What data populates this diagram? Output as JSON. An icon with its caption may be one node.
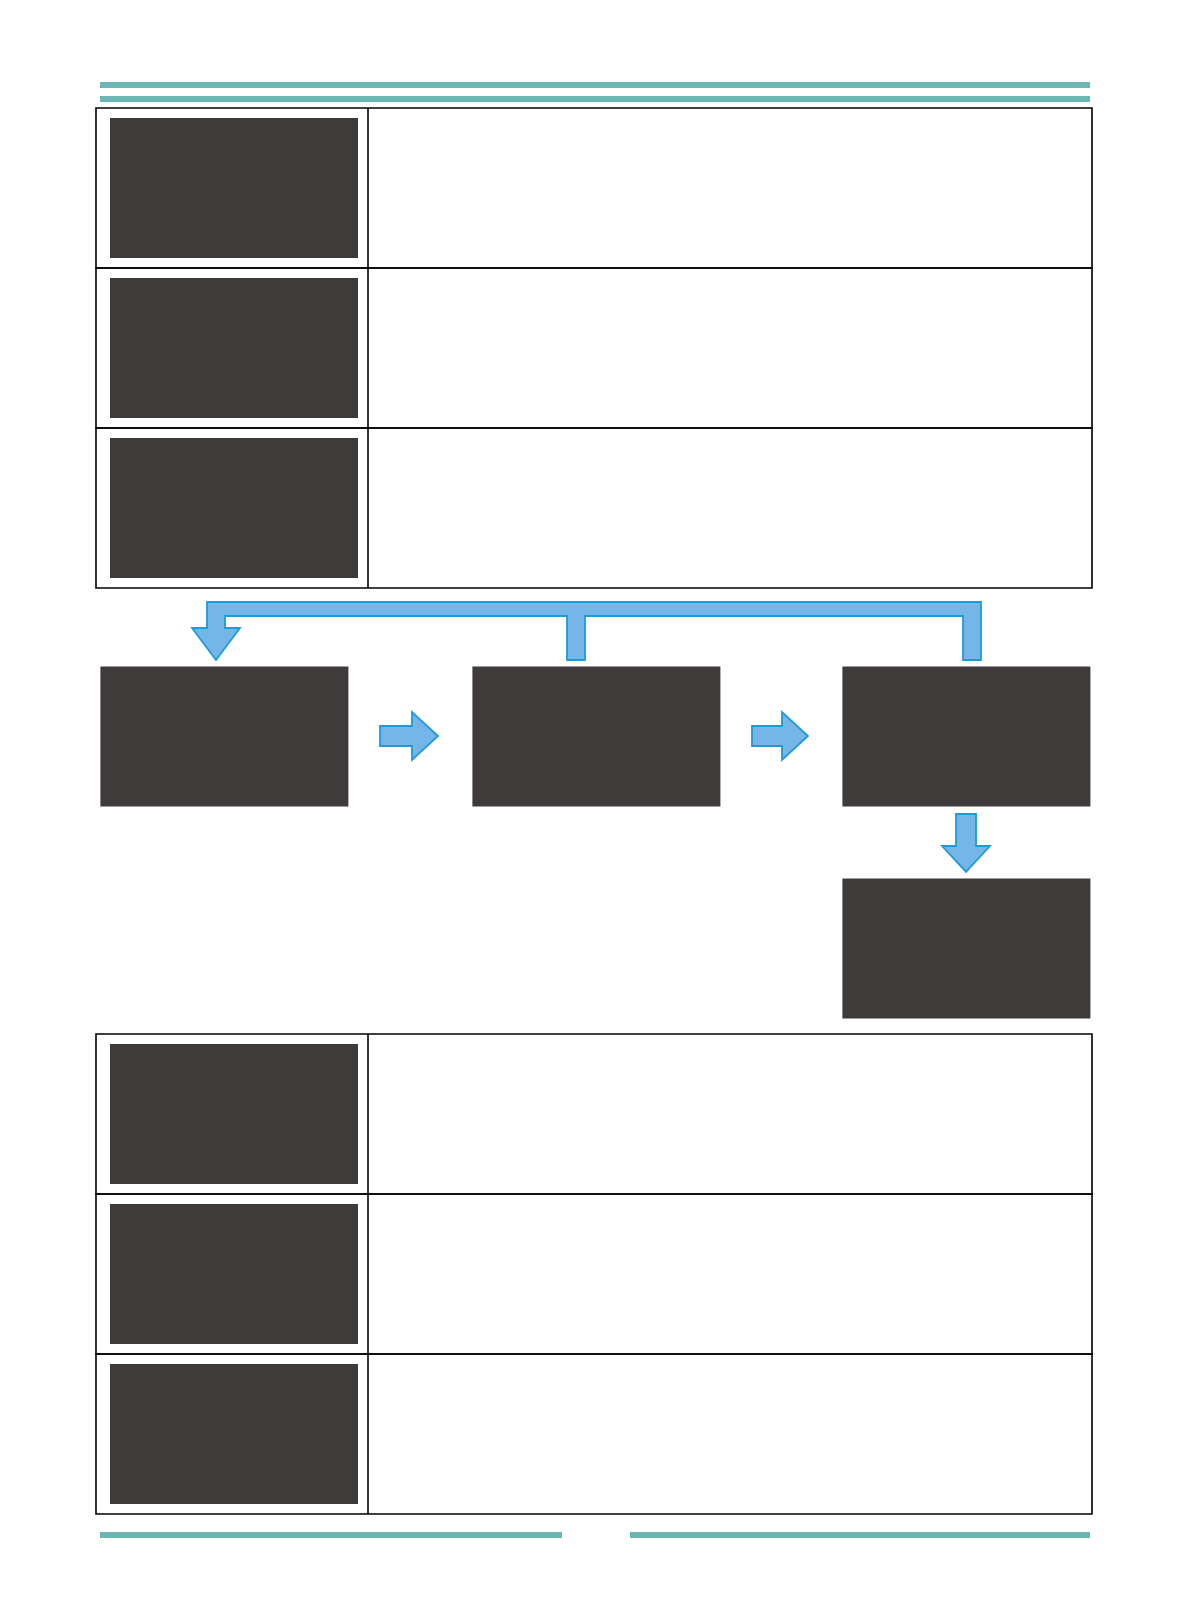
{
  "diagram": {
    "nodes": [
      {
        "text": [],
        "shape": "box"
      },
      {
        "text": [],
        "shape": "box"
      },
      {
        "text": [],
        "shape": "box"
      },
      {
        "text": [],
        "shape": "box"
      }
    ],
    "edges": [
      {
        "from": 0,
        "to": 1,
        "arrow": "to"
      },
      {
        "from": 1,
        "to": 2,
        "arrow": "to"
      },
      {
        "from": 2,
        "to": 3,
        "arrow": "to"
      },
      {
        "from": 1,
        "to": 0,
        "arrow": "to"
      },
      {
        "from": 2,
        "to": 0,
        "arrow": "to"
      }
    ]
  }
}
